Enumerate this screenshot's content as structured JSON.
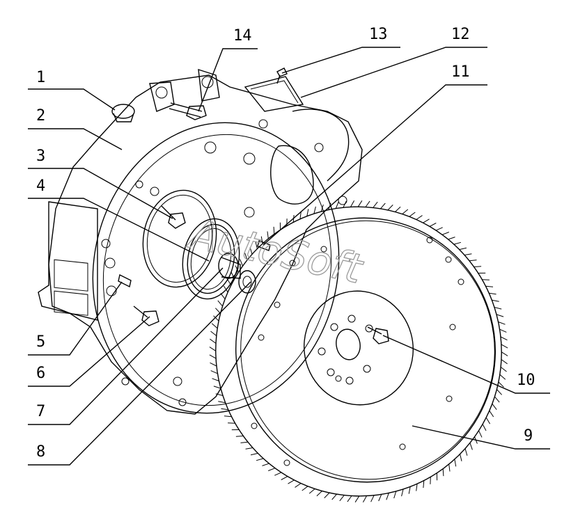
{
  "diagram": {
    "watermark": "AutoSoft",
    "callouts": [
      {
        "id": "c1",
        "label": "1"
      },
      {
        "id": "c2",
        "label": "2"
      },
      {
        "id": "c3",
        "label": "3"
      },
      {
        "id": "c4",
        "label": "4"
      },
      {
        "id": "c5",
        "label": "5"
      },
      {
        "id": "c6",
        "label": "6"
      },
      {
        "id": "c7",
        "label": "7"
      },
      {
        "id": "c8",
        "label": "8"
      },
      {
        "id": "c9",
        "label": "9"
      },
      {
        "id": "c10",
        "label": "10"
      },
      {
        "id": "c11",
        "label": "11"
      },
      {
        "id": "c12",
        "label": "12"
      },
      {
        "id": "c13",
        "label": "13"
      },
      {
        "id": "c14",
        "label": "14"
      }
    ],
    "colors": {
      "line": "#000000",
      "background": "#ffffff",
      "watermark": "#9a9a9a"
    }
  }
}
